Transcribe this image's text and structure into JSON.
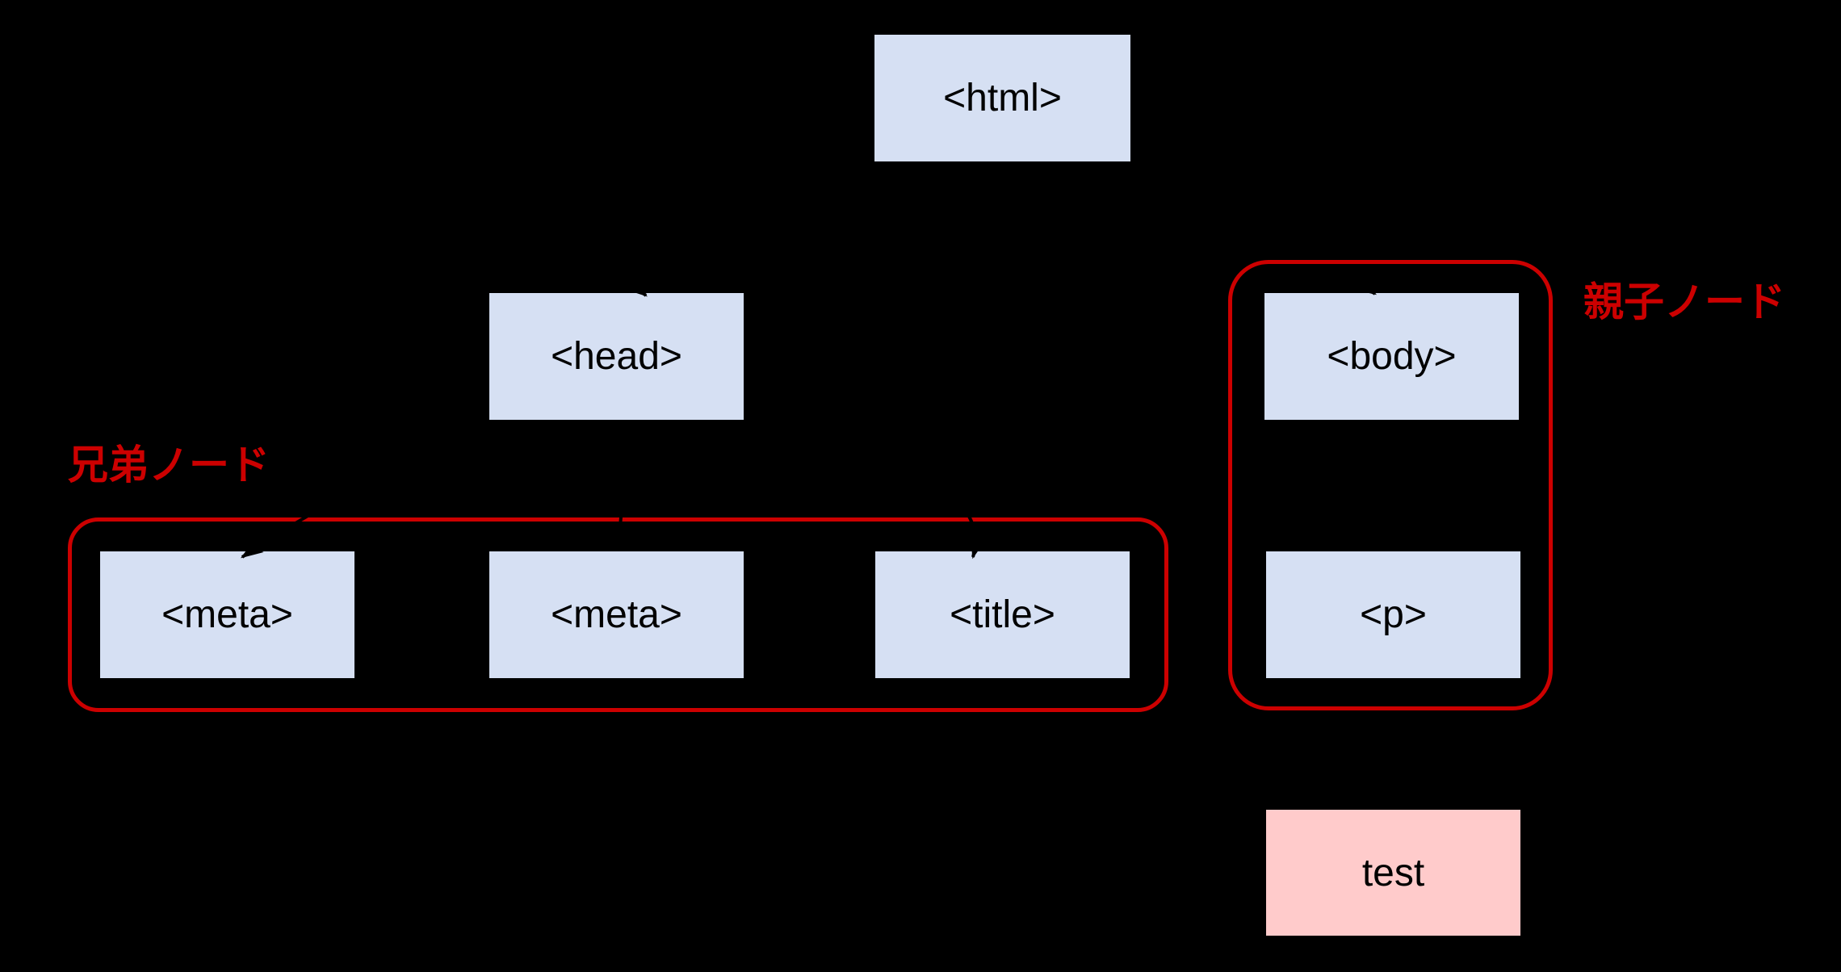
{
  "nodes": {
    "html": {
      "label": "<html>"
    },
    "head": {
      "label": "<head>"
    },
    "body": {
      "label": "<body>"
    },
    "meta1": {
      "label": "<meta>"
    },
    "meta2": {
      "label": "<meta>"
    },
    "title": {
      "label": "<title>"
    },
    "p": {
      "label": "<p>"
    },
    "test": {
      "label": "test"
    }
  },
  "groups": {
    "sibling": {
      "label": "兄弟ノード"
    },
    "parent_child": {
      "label": "親子ノード"
    }
  },
  "connectors": [
    {
      "from": "html",
      "to": "head"
    },
    {
      "from": "html",
      "to": "body"
    },
    {
      "from": "head",
      "to": "meta1"
    },
    {
      "from": "head",
      "to": "meta2"
    },
    {
      "from": "head",
      "to": "title"
    },
    {
      "from": "body",
      "to": "p"
    },
    {
      "from": "p",
      "to": "test"
    }
  ],
  "colors": {
    "background": "#000000",
    "element_node_fill": "#d6e0f3",
    "text_node_fill": "#ffcbcb",
    "annotation_red": "#cc0000",
    "connector_black": "#000000",
    "node_text": "#000000"
  }
}
